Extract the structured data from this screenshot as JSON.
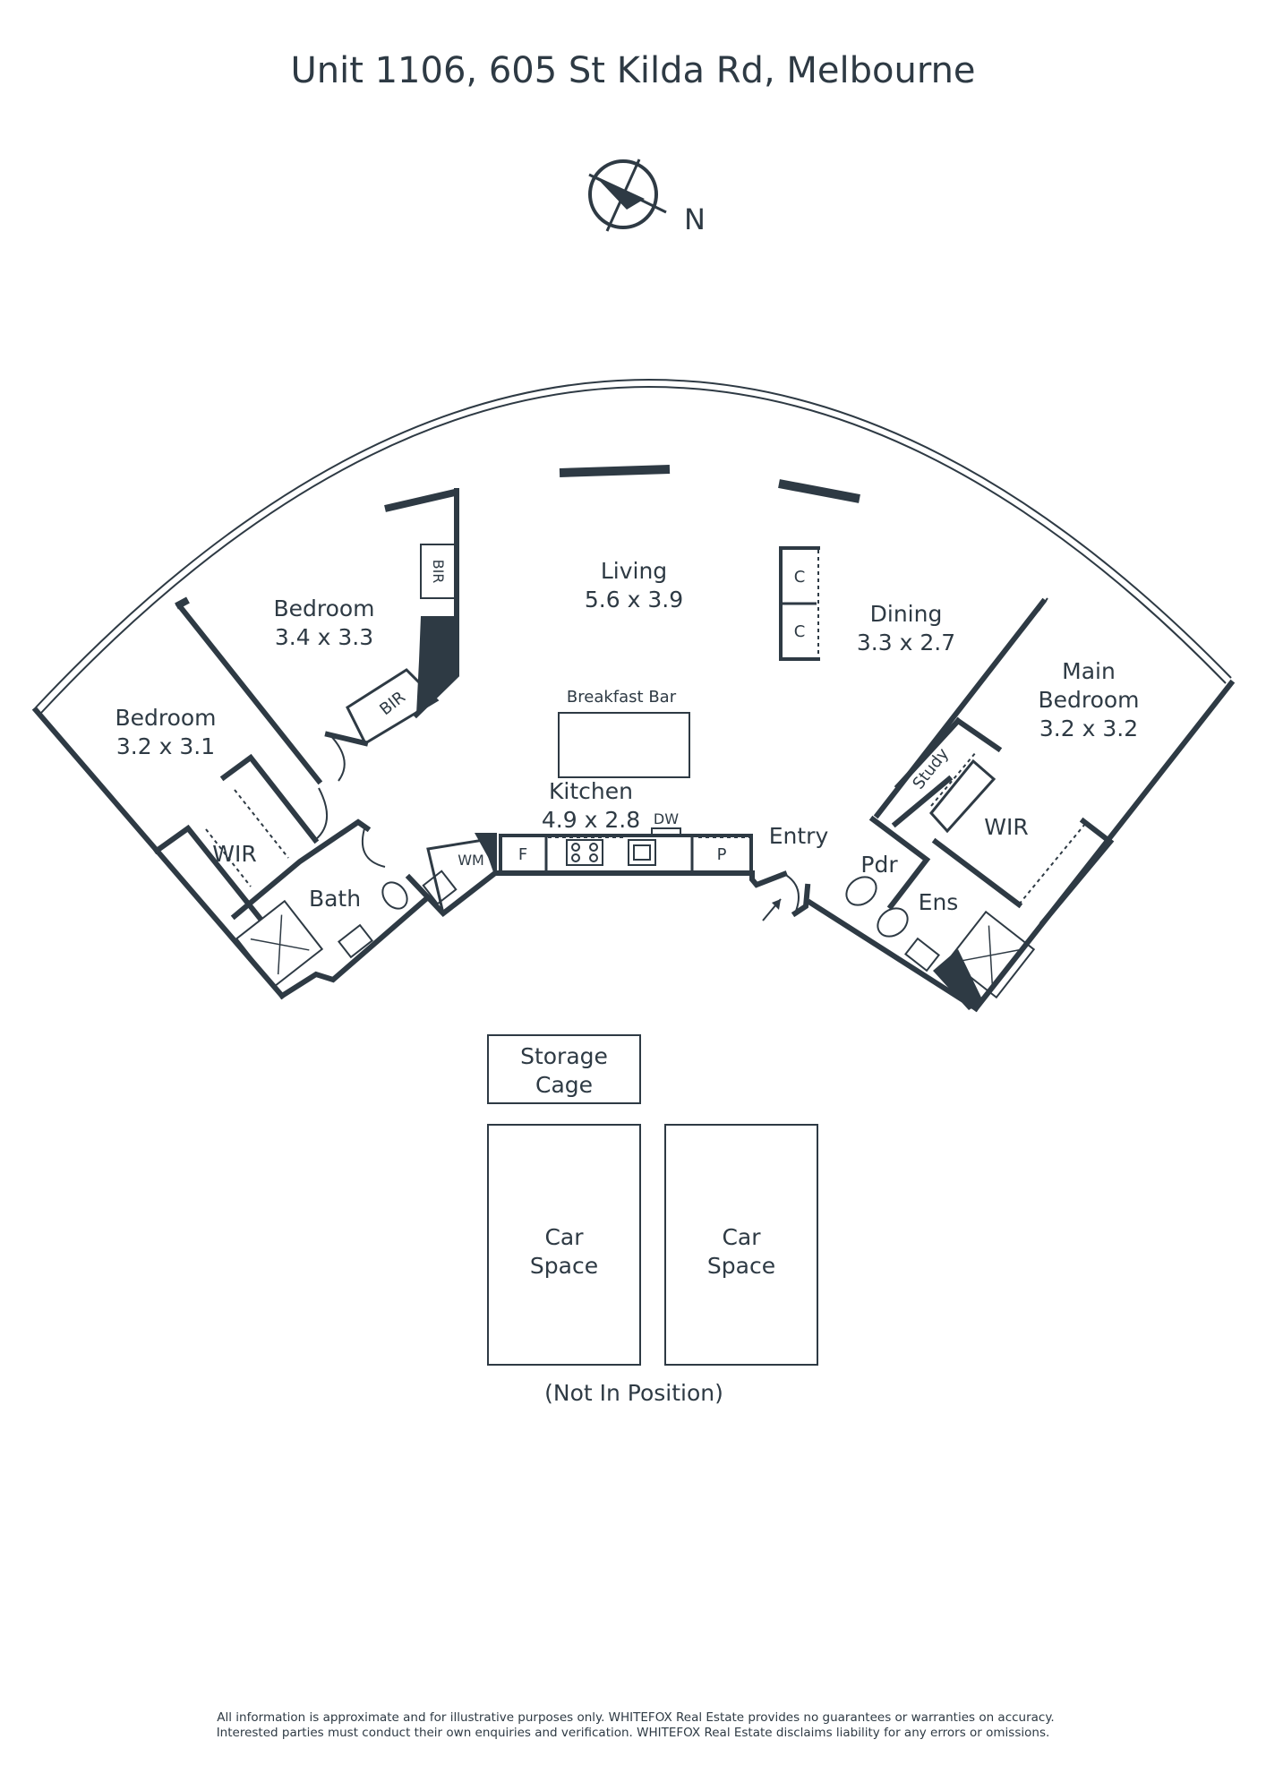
{
  "title": "Unit 1106, 605 St Kilda Rd, Melbourne",
  "compass": {
    "label": "N"
  },
  "rooms": {
    "living": {
      "name": "Living",
      "size": "5.6 x 3.9"
    },
    "dining": {
      "name": "Dining",
      "size": "3.3 x 2.7"
    },
    "bedroom2": {
      "name": "Bedroom",
      "size": "3.4 x 3.3"
    },
    "bedroom3": {
      "name": "Bedroom",
      "size": "3.2 x 3.1"
    },
    "main_bedroom": {
      "name_line1": "Main",
      "name_line2": "Bedroom",
      "size": "3.2 x 3.2"
    },
    "kitchen": {
      "name": "Kitchen",
      "size": "4.9 x 2.8"
    },
    "breakfast_bar": "Breakfast Bar",
    "wir_left": "WIR",
    "wir_right": "WIR",
    "bath": "Bath",
    "entry": "Entry",
    "pdr": "Pdr",
    "ens": "Ens",
    "study": "Study",
    "bir_top": "BIR",
    "bir_bottom": "BIR",
    "wm": "WM",
    "fridge": "F",
    "pantry": "P",
    "dw": "DW",
    "cupboard_1": "C",
    "cupboard_2": "C"
  },
  "parking": {
    "storage_line1": "Storage",
    "storage_line2": "Cage",
    "car1_line1": "Car",
    "car1_line2": "Space",
    "car2_line1": "Car",
    "car2_line2": "Space",
    "note": "(Not In Position)"
  },
  "disclaimer": {
    "line1": "All information is approximate and for illustrative purposes only. WHITEFOX Real Estate provides no guarantees or warranties on accuracy.",
    "line2": "Interested parties must conduct their own enquiries and verification. WHITEFOX Real Estate disclaims liability for any errors or omissions."
  }
}
